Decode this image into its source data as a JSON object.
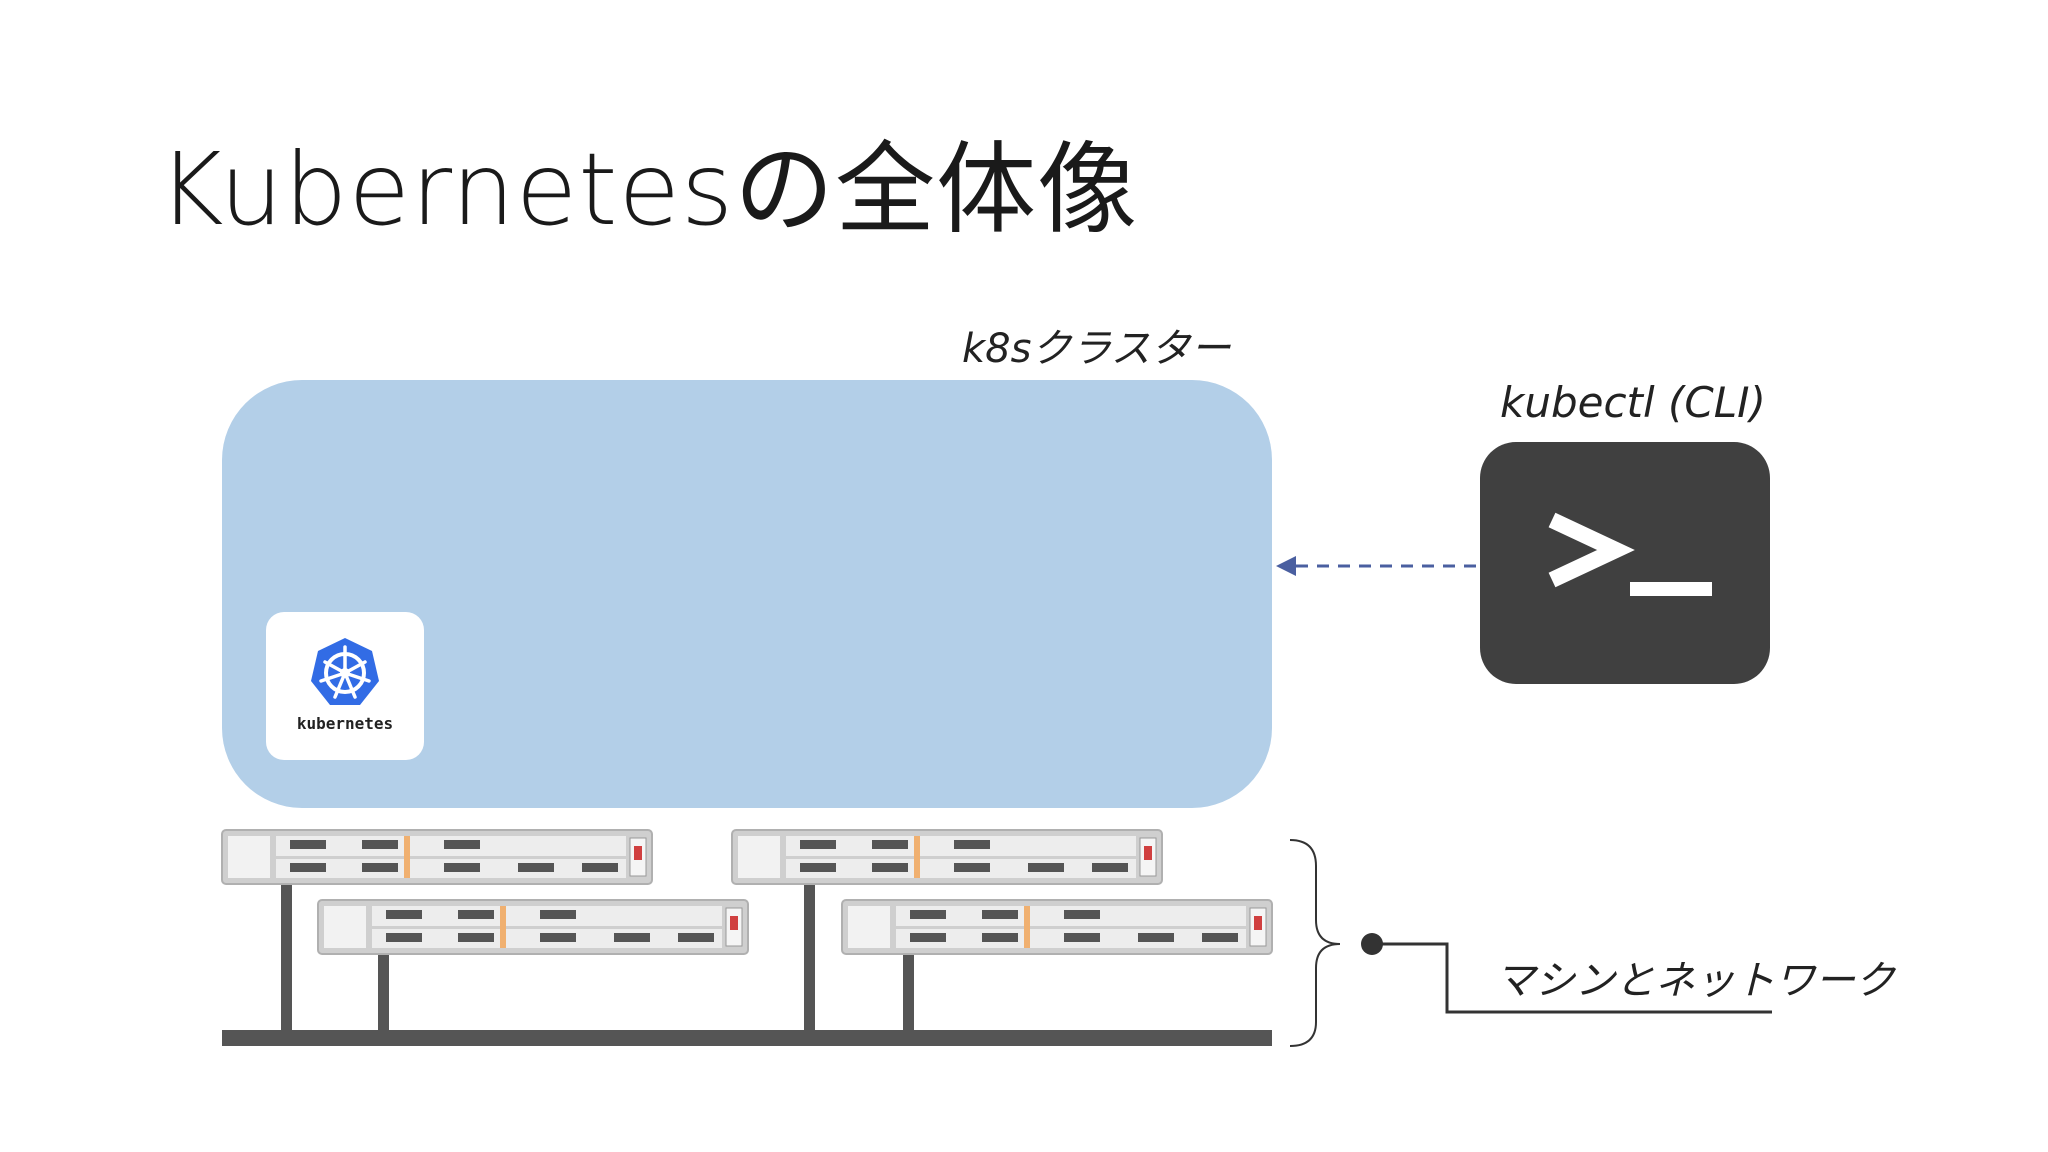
{
  "slide": {
    "title": "Kubernetesの全体像",
    "cluster_label": "k8sクラスター",
    "kubectl_label": "kubectl (CLI)",
    "network_label": "マシンとネットワーク",
    "k8s_logo_text": "kubernetes"
  },
  "colors": {
    "cluster_fill": "#b3cfe8",
    "terminal_fill": "#404040",
    "k8s_blue": "#326ce5",
    "arrow": "#4a5fa0",
    "network_bar": "#555555"
  },
  "icons": {
    "k8s_logo": "kubernetes-helm-icon",
    "terminal": "terminal-prompt-icon"
  }
}
